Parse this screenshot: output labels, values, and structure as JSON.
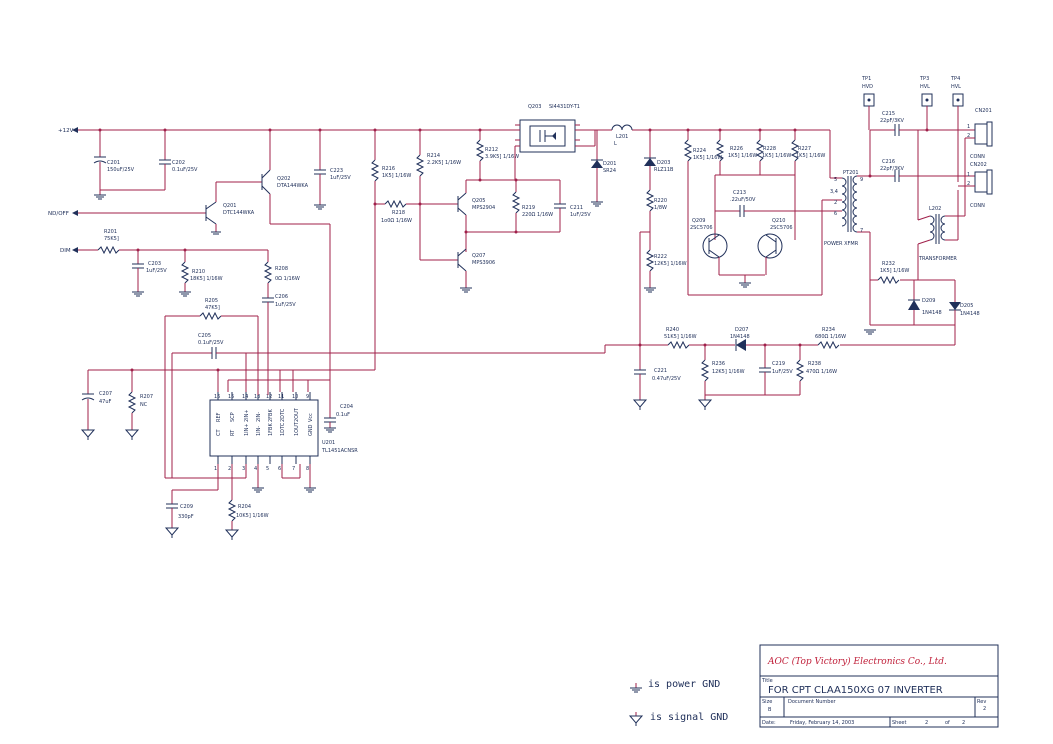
{
  "nets": {
    "v12": "+12V",
    "onoff": "ND/OFF",
    "dim": "DIM"
  },
  "components": {
    "c201": {
      "ref": "C201",
      "val": "150uF/25V"
    },
    "c202": {
      "ref": "C202",
      "val": "0.1uF/25V"
    },
    "q201": {
      "ref": "Q201",
      "val": "DTC144WKA"
    },
    "q202": {
      "ref": "Q202",
      "val": "DTA144WKA"
    },
    "c223": {
      "ref": "C223",
      "val": "1uF/25V"
    },
    "r216": {
      "ref": "R216",
      "val": "1K5] 1/16W"
    },
    "r214": {
      "ref": "R214",
      "val": "2.2K5] 1/16W"
    },
    "r218": {
      "ref": "R218",
      "val": "1o0Ω 1/16W"
    },
    "q203": {
      "ref": "Q203",
      "val": "SI4431DY-T1"
    },
    "r212": {
      "ref": "R212",
      "val": "3.9K5] 1/16W"
    },
    "q205": {
      "ref": "Q205",
      "val": "MPS2904"
    },
    "q207": {
      "ref": "Q207",
      "val": "MPS3906"
    },
    "r219": {
      "ref": "R219",
      "val": "220Ω 1/16W"
    },
    "c211": {
      "ref": "C211",
      "val": "1uF/25V"
    },
    "l201": {
      "ref": "L201",
      "val": "L"
    },
    "d201": {
      "ref": "D201",
      "val": "SR24"
    },
    "d203": {
      "ref": "D203",
      "val": "RLZ11B"
    },
    "r220": {
      "ref": "R220",
      "val": "1/8W"
    },
    "r222": {
      "ref": "R222",
      "val": "12K5] 1/16W"
    },
    "r224": {
      "ref": "R224",
      "val": "1K5] 1/16W"
    },
    "r226": {
      "ref": "R226",
      "val": "1K5] 1/16W"
    },
    "r228": {
      "ref": "R228",
      "val": "1K5] 1/16W"
    },
    "r227": {
      "ref": "R227",
      "val": "1K5] 1/16W"
    },
    "c213": {
      "ref": "C213",
      "val": ".22uF/50V"
    },
    "q209": {
      "ref": "Q209",
      "val": "2SC5706"
    },
    "q210": {
      "ref": "Q210",
      "val": "2SC5706"
    },
    "pt201": {
      "ref": "PT201",
      "val": "POWER XFMR"
    },
    "tp1": {
      "ref": "TP1",
      "val": "HVD"
    },
    "tp3": {
      "ref": "TP3",
      "val": "HVL"
    },
    "tp4": {
      "ref": "TP4",
      "val": "HVL"
    },
    "c215": {
      "ref": "C215",
      "val": "22pF/3KV"
    },
    "c216": {
      "ref": "C216",
      "val": "22pF/3KV"
    },
    "cn201": {
      "ref": "CN201",
      "val": "CONN"
    },
    "cn202": {
      "ref": "CN202",
      "val": "CONN"
    },
    "l202": {
      "ref": "L202",
      "val": "TRANSFORMER"
    },
    "r232": {
      "ref": "R232",
      "val": "1K5] 1/16W"
    },
    "d209": {
      "ref": "D209",
      "val": "1N4148"
    },
    "d205": {
      "ref": "D205",
      "val": "1N4148"
    },
    "r201": {
      "ref": "R201",
      "val": "75K5]"
    },
    "c203": {
      "ref": "C203",
      "val": "1uF/25V"
    },
    "r210": {
      "ref": "R210",
      "val": "18K5] 1/16W"
    },
    "r208": {
      "ref": "R208",
      "val": "0Ω 1/16W"
    },
    "c206": {
      "ref": "C206",
      "val": "1uF/25V"
    },
    "r205": {
      "ref": "R205",
      "val": "47K5]"
    },
    "c205": {
      "ref": "C205",
      "val": "0.1uF/25V"
    },
    "r240": {
      "ref": "R240",
      "val": "51K5] 1/16W"
    },
    "d207": {
      "ref": "D207",
      "val": "1N4148"
    },
    "r234": {
      "ref": "R234",
      "val": "680Ω 1/16W"
    },
    "c221": {
      "ref": "C221",
      "val": "0.47uF/25V"
    },
    "r236": {
      "ref": "R236",
      "val": "12K5] 1/16W"
    },
    "c219": {
      "ref": "C219",
      "val": "1uF/25V"
    },
    "r238": {
      "ref": "R238",
      "val": "470Ω 1/16W"
    },
    "c207": {
      "ref": "C207",
      "val": "47uF"
    },
    "r207": {
      "ref": "R207",
      "val": "NC"
    },
    "c204": {
      "ref": "C204",
      "val": "0.1uF"
    },
    "u201": {
      "ref": "U201",
      "val": "TL1451ACNSR"
    },
    "c209": {
      "ref": "C209",
      "val": "330pF"
    },
    "r204": {
      "ref": "R204",
      "val": "10K5] 1/16W"
    }
  },
  "ic_pins_top": [
    "REF",
    "SCP",
    "2IN+",
    "2IN-",
    "2FBK",
    "2DTC",
    "2OUT",
    "Vcc"
  ],
  "ic_pins_top_nums": [
    "16",
    "15",
    "14",
    "13",
    "12",
    "11",
    "10",
    "9"
  ],
  "ic_pins_bottom": [
    "CT",
    "RT",
    "1IN+",
    "1IN-",
    "1FBK",
    "1DTC",
    "1OUT",
    "GND"
  ],
  "ic_pins_bottom_nums": [
    "1",
    "2",
    "3",
    "4",
    "5",
    "6",
    "7",
    "8"
  ],
  "legend": {
    "power_gnd": "is power GND",
    "signal_gnd": "is signal GND"
  },
  "title_block": {
    "company": "AOC (Top Victory) Electronics Co., Ltd.",
    "title_label": "Title",
    "title": "FOR CPT CLAA150XG 07 INVERTER",
    "size_label": "Size",
    "size": "B",
    "doc_label": "Document Number",
    "rev_label": "Rev",
    "rev": "2",
    "date_label": "Date:",
    "date": "Friday, February 14, 2003",
    "sheet_label": "Sheet",
    "sheet": "2",
    "of_label": "of",
    "of": "2"
  }
}
